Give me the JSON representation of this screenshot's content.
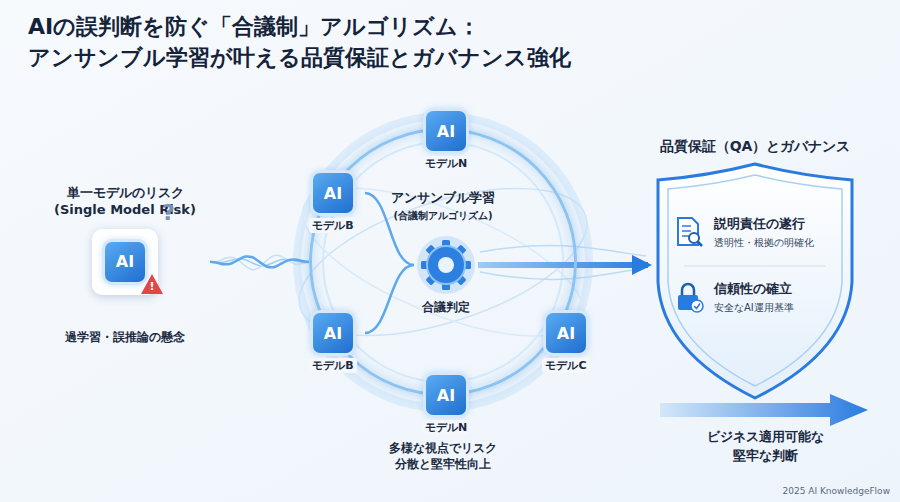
{
  "diagram": {
    "title": "AIの誤判断を防ぐ「合議制」アルゴリズム： アンサンブル学習が叶える品質保証とガバナンス強化",
    "nodes": [
      {
        "text": [
          "単一モデルのリスク (Single Model Risk)",
          "AI",
          "過学習・誤推論の懸念"
        ]
      },
      {
        "text": [
          "アンサンブル学習",
          "(合議制アルゴリズム)"
        ]
      },
      {
        "text": [
          "AI",
          "モデルN"
        ],
        "in": 1
      },
      {
        "text": [
          "AI",
          "モデルB"
        ],
        "in": 1
      },
      {
        "text": [
          "合議判定"
        ],
        "in": 1
      },
      {
        "text": [
          "AI",
          "モデルB"
        ],
        "in": 1
      },
      {
        "text": [
          "AI",
          "モデルC"
        ],
        "in": 1
      },
      {
        "text": [
          "AI",
          "モデルN"
        ],
        "in": 1
      },
      {
        "text": [
          "品質保証（QA）とガバナンス"
        ]
      },
      {
        "text": [
          "説明責任の遂行",
          "透明性・根拠の明確化"
        ],
        "in": 8
      },
      {
        "text": [
          "信頼性の確立",
          "安全なAI運用基準"
        ],
        "in": 8
      }
    ],
    "edges": [
      {
        "from": 0,
        "to": 1,
        "arrow": "none"
      },
      {
        "from": 3,
        "to": 4,
        "arrow": "none"
      },
      {
        "from": 5,
        "to": 4,
        "arrow": "none"
      },
      {
        "from": 4,
        "to": 8,
        "arrow": "to"
      }
    ],
    "labels": [
      "?",
      "!",
      "多様な視点でリスク分散と堅牢性向上",
      "ビジネス適用可能な 堅牢な判断",
      "2025 AI KnowledgeFlow"
    ]
  }
}
